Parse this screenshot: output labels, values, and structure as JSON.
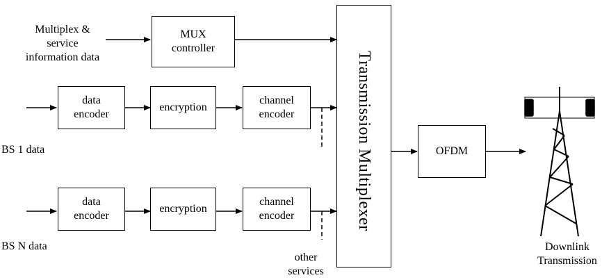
{
  "labels": {
    "mux_input": [
      "Multiplex &",
      "service",
      "information data"
    ],
    "mux_controller": [
      "MUX",
      "controller"
    ],
    "bs1": "BS 1 data",
    "bsn": "BS N data",
    "data_encoder": [
      "data",
      "encoder"
    ],
    "encryption": "encryption",
    "channel_encoder": [
      "channel",
      "encoder"
    ],
    "other_services": [
      "other",
      "services"
    ],
    "transmission_multiplexer": "Transmission Multiplexer",
    "ofdm": "OFDM",
    "downlink": [
      "Downlink",
      "Transmission"
    ]
  },
  "colors": {
    "line": "#000000",
    "background": "#ffffff"
  },
  "icons": {
    "tower": "transmission-tower-icon"
  }
}
